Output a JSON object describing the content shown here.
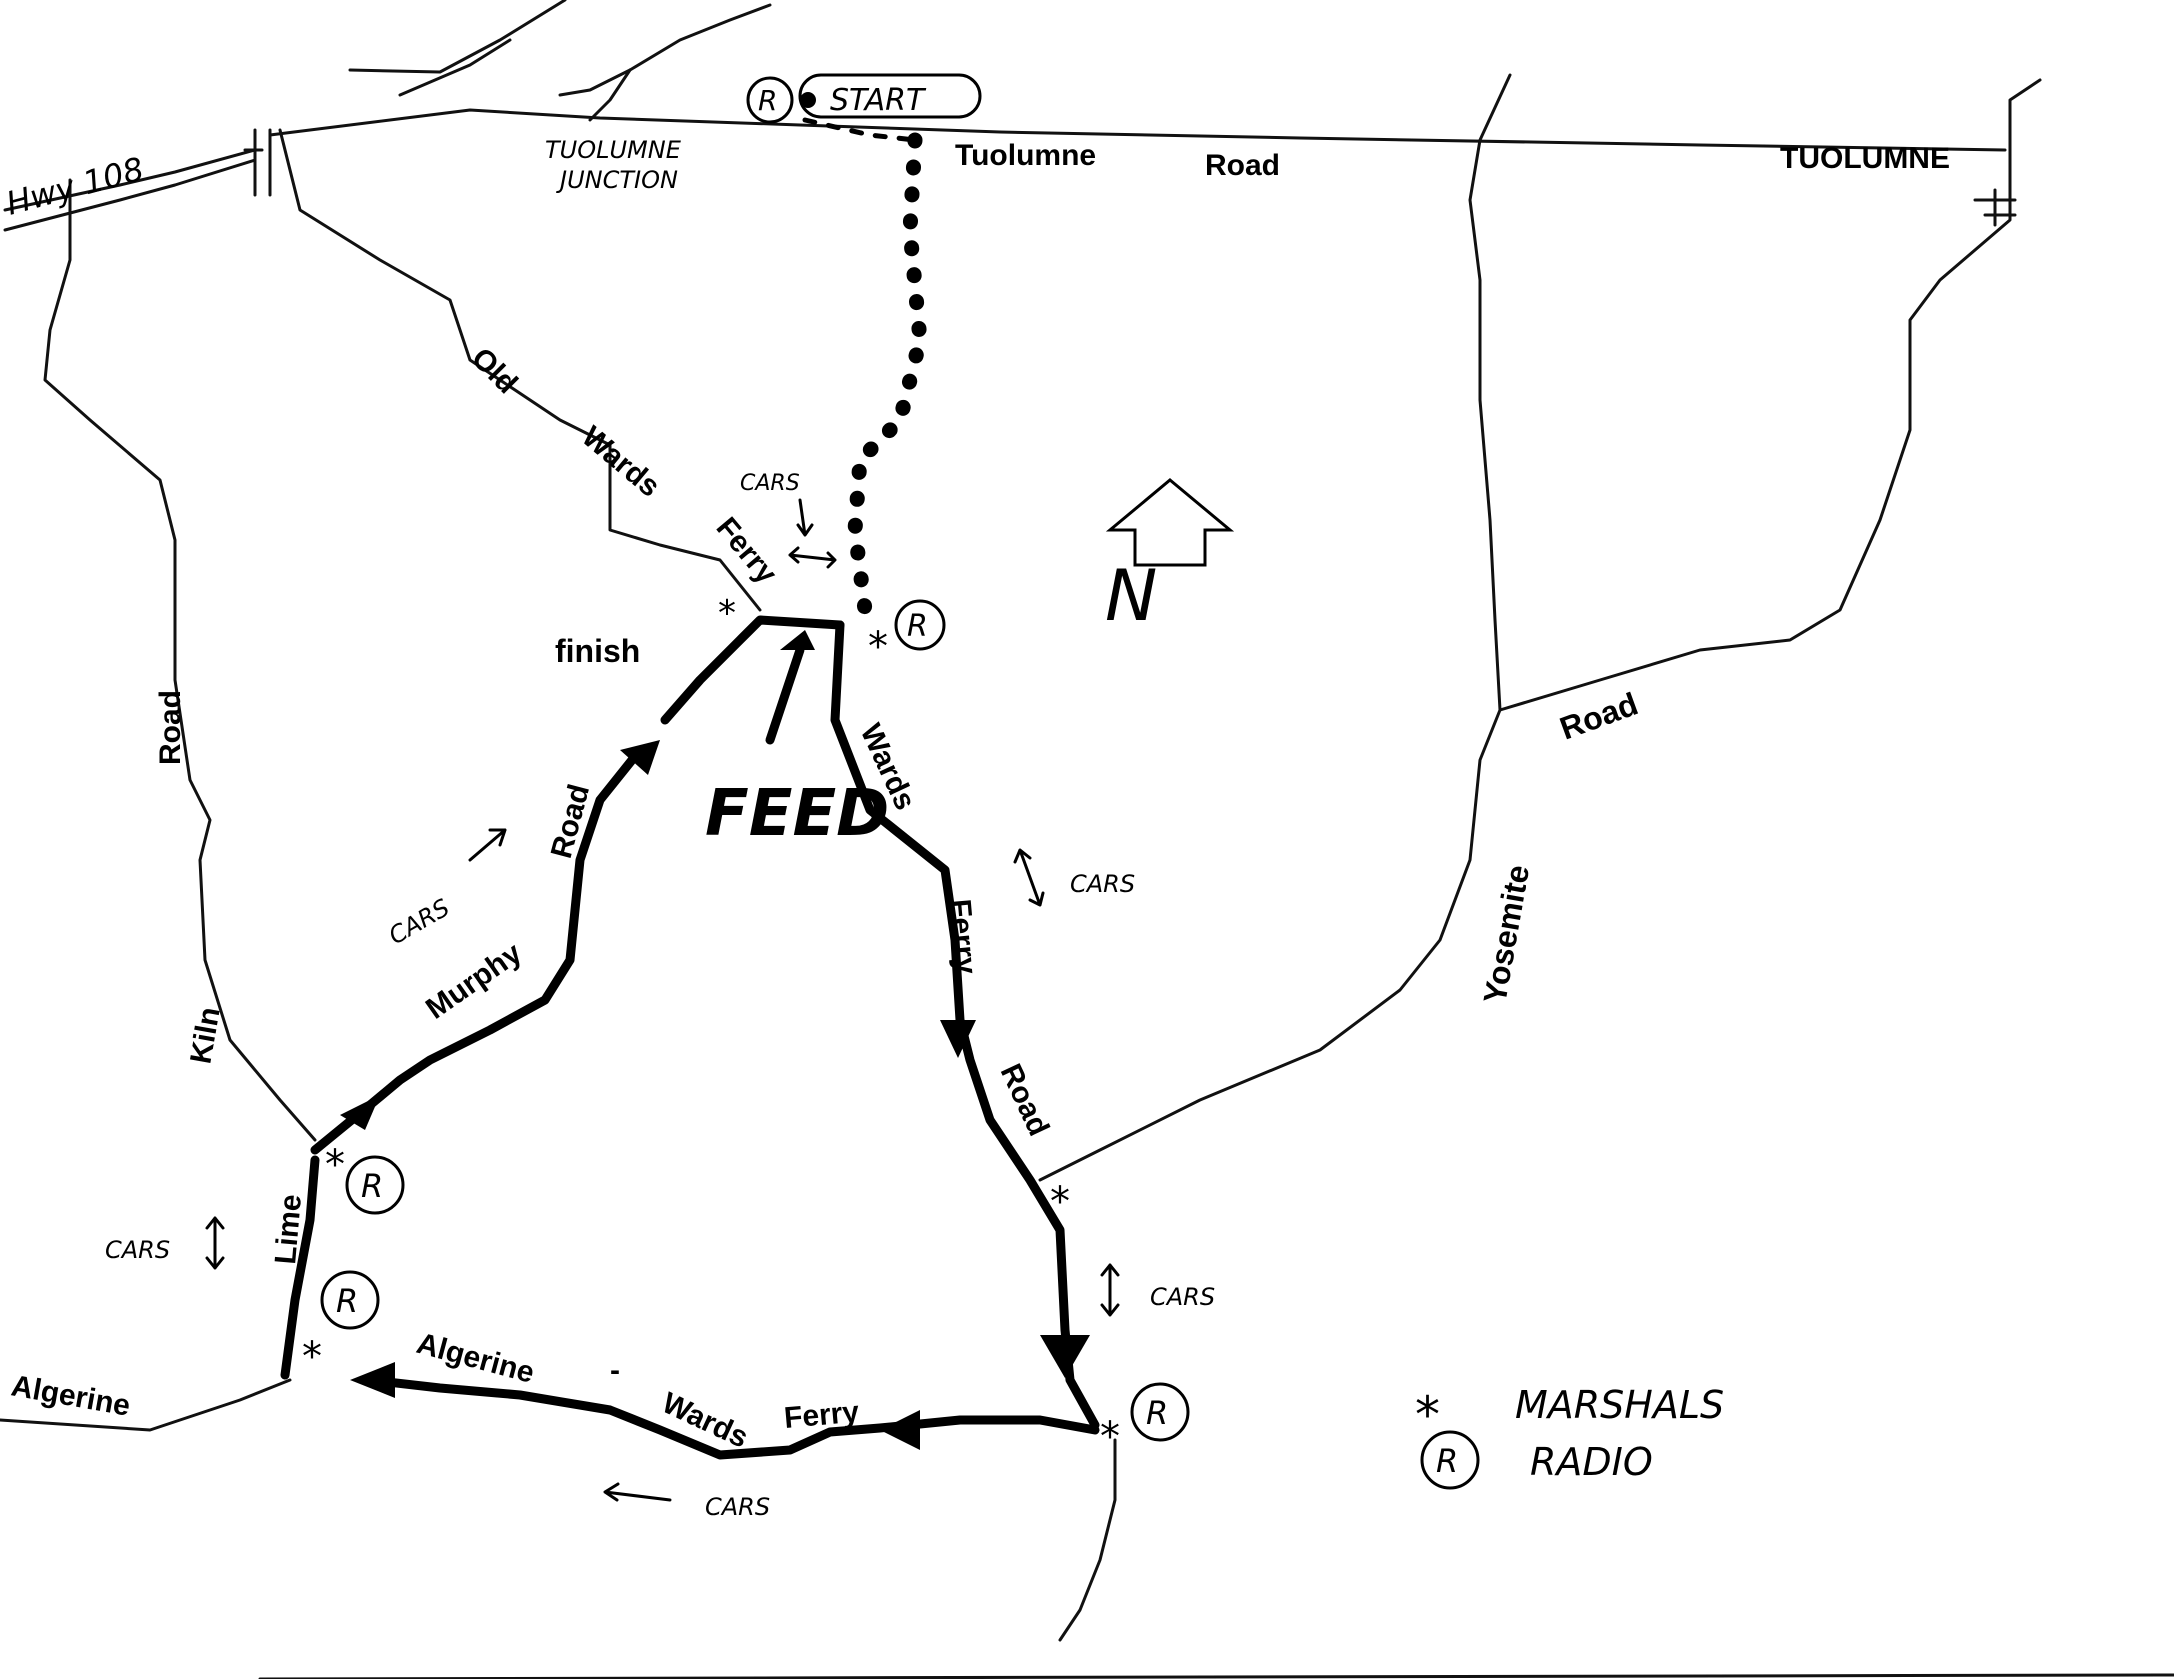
{
  "labels": {
    "hwy": "Hwy 108",
    "tuolumne_junction_1": "TUOLUMNE",
    "tuolumne_junction_2": "JUNCTION",
    "start": "START",
    "tuolumne_road_1": "Tuolumne",
    "tuolumne_road_2": "Road",
    "tuolumne_town": "TUOLUMNE",
    "old": "Old",
    "wards_old": "Wards",
    "ferry_old": "Ferry",
    "finish": "finish",
    "feed": "FEED",
    "wards_east": "Wards",
    "ferry_east": "Ferry",
    "road_east": "Road",
    "murphy": "Murphy",
    "road_murphy": "Road",
    "kiln": "Kiln",
    "road_kiln": "Road",
    "lime": "Lime",
    "algerine_west": "Algerine",
    "algerine_south": "Algerine",
    "dash": "-",
    "wards_south": "Wards",
    "ferry_south": "Ferry",
    "road_yosemite": "Road",
    "yosemite": "Yosemite",
    "north": "N"
  },
  "cars": {
    "top": "CARS",
    "murphy": "CARS",
    "east": "CARS",
    "southeast": "CARS",
    "west": "CARS",
    "south": "CARS"
  },
  "radio_letter": "R",
  "legend": {
    "marshals_symbol": "*",
    "marshals": "MARSHALS",
    "radio_symbol": "R",
    "radio": "RADIO"
  }
}
